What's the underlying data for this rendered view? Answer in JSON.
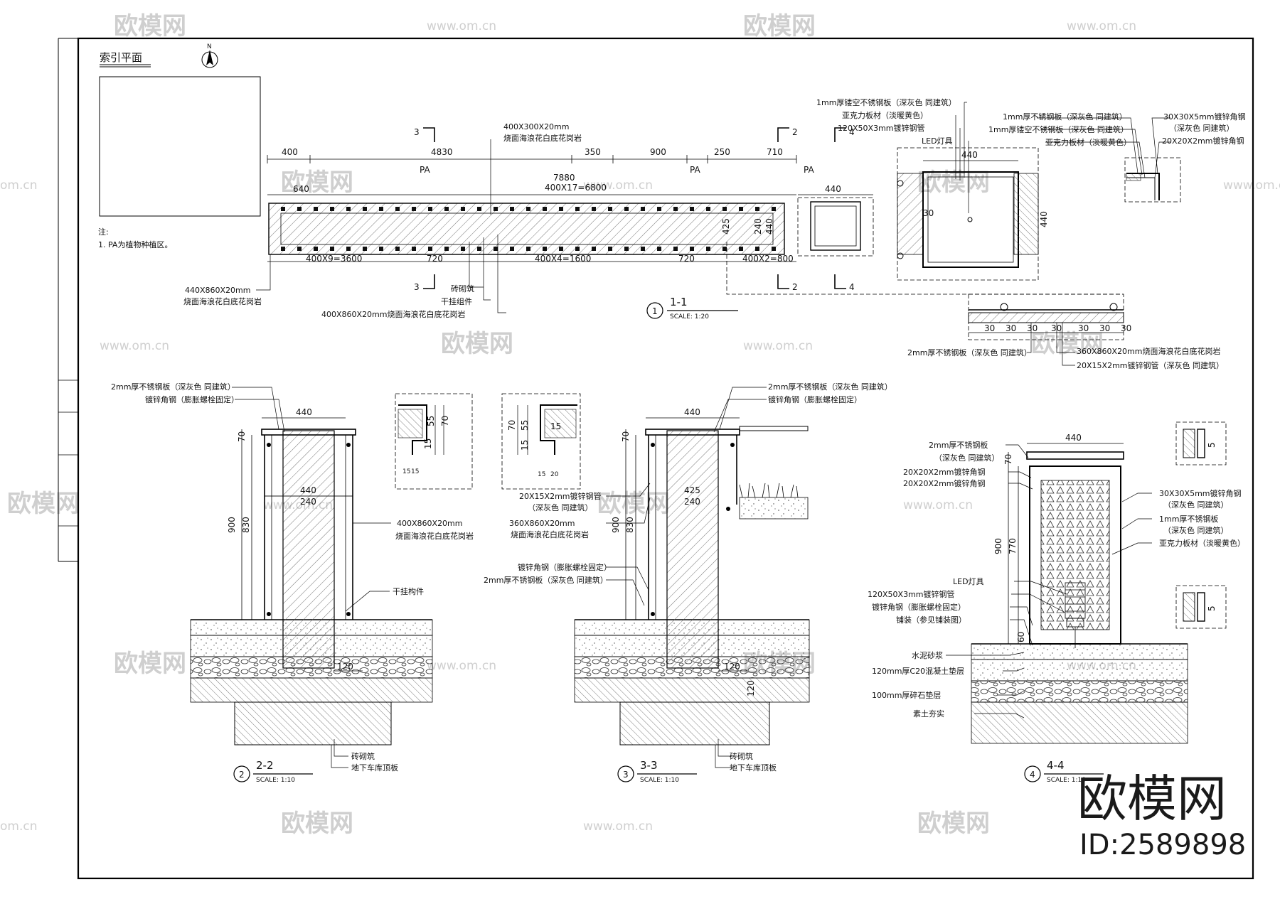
{
  "index_plan": {
    "title": "索引平面",
    "north": "N",
    "note_title": "注:",
    "note_1": "1. PA为植物种植区。"
  },
  "plan_1_1": {
    "dims_top": [
      "400",
      "4830",
      "350",
      "900",
      "250",
      "710"
    ],
    "pa": [
      "PA",
      "PA",
      "PA"
    ],
    "dim_total": "7880",
    "dim_sub": "400X17=6800",
    "dim_640": "640",
    "dims_bottom": [
      "400X9=3600",
      "720",
      "400X4=1600",
      "720",
      "400X2=800"
    ],
    "dim_440_box": "440",
    "dim_425": "425",
    "dim_240": "240",
    "dim_440v": "440",
    "label_top": "400X300X20mm",
    "label_top_2": "烧面海浪花白底花岗岩",
    "label_left": "440X860X20mm",
    "label_left_2": "烧面海浪花白底花岗岩",
    "label_b1": "砖砌筑",
    "label_b2": "干挂组件",
    "label_b3": "400X860X20mm烧面海浪花白底花岗岩",
    "sec_marks": [
      "3",
      "3",
      "2",
      "2",
      "4",
      "4"
    ],
    "title_num": "1",
    "title": "1-1",
    "scale": "SCALE:  1:20"
  },
  "detail_lamp": {
    "labels": [
      "1mm厚镂空不锈钢板（深灰色 同建筑）",
      "亚克力板材（淡暖黄色）",
      "120X50X3mm镀锌钢管",
      "LED灯具"
    ],
    "dim_440": "440",
    "dim_440v": "440",
    "dim_30": "30"
  },
  "detail_corner": {
    "labels_left": [
      "1mm厚不锈钢板（深灰色 同建筑）",
      "1mm厚镂空不锈钢板（深灰色 同建筑）",
      "亚克力板材（淡暖黄色）"
    ],
    "labels_right": [
      "30X30X5mm镀锌角钢",
      "（深灰色 同建筑）",
      "20X20X2mm镀锌角钢"
    ]
  },
  "detail_strip": {
    "dims": [
      "30",
      "30",
      "30",
      "30",
      "30",
      "30",
      "30"
    ],
    "label_left": "2mm厚不锈钢板（深灰色 同建筑）",
    "label_r1": "360X860X20mm烧面海浪花白底花岗岩",
    "label_r2": "20X15X2mm镀锌钢管（深灰色 同建筑）"
  },
  "section_2_2": {
    "labels_top": [
      "2mm厚不锈钢板（深灰色 同建筑）",
      "镀锌角钢（膨胀螺栓固定）"
    ],
    "dim_440": "440",
    "dim_440b": "440",
    "dim_240": "240",
    "dim_70": "70",
    "dim_900": "900",
    "dim_830": "830",
    "dim_120": "120",
    "label_r1": "400X860X20mm",
    "label_r2": "烧面海浪花白底花岗岩",
    "label_r3": "干挂构件",
    "label_b1": "砖砌筑",
    "label_b2": "地下车库顶板",
    "inset_dims": [
      "55",
      "70",
      "15",
      "15",
      "15"
    ],
    "title_num": "2",
    "title": "2-2",
    "scale": "SCALE:  1:10"
  },
  "section_3_3": {
    "labels_top": [
      "2mm厚不锈钢板（深灰色 同建筑）",
      "镀锌角钢（膨胀螺栓固定）"
    ],
    "dim_440": "440",
    "dim_425": "425",
    "dim_240": "240",
    "dim_70": "70",
    "dim_900": "900",
    "dim_830": "830",
    "dim_120": "120",
    "dim_120v": "120",
    "labels_left": [
      "20X15X2mm镀锌钢管",
      "（深灰色 同建筑）",
      "360X860X20mm",
      "烧面海浪花白底花岗岩",
      "镀锌角钢（膨胀螺栓固定）",
      "2mm厚不锈钢板（深灰色 同建筑）"
    ],
    "label_b1": "砖砌筑",
    "label_b2": "地下车库顶板",
    "inset_dims": [
      "70",
      "55",
      "15",
      "15",
      "15",
      "20"
    ],
    "title_num": "3",
    "title": "3-3",
    "scale": "SCALE:  1:10"
  },
  "section_4_4": {
    "dim_440": "440",
    "dim_70": "70",
    "dim_900": "900",
    "dim_770": "770",
    "dim_60": "60",
    "dim_5a": "5",
    "dim_5b": "5",
    "labels_left": [
      "2mm厚不锈钢板",
      "（深灰色 同建筑）",
      "20X20X2mm镀锌角钢",
      "20X20X2mm镀锌角钢",
      "LED灯具",
      "120X50X3mm镀锌钢管",
      "镀锌角钢（膨胀螺栓固定）",
      "铺装（参见铺装图）",
      "水泥砂浆",
      "120mm厚C20混凝土垫层",
      "100mm厚碎石垫层",
      "素土夯实"
    ],
    "labels_right": [
      "30X30X5mm镀锌角钢",
      "（深灰色 同建筑）",
      "1mm厚不锈钢板",
      "（深灰色 同建筑）",
      "亚克力板材（淡暖黄色）"
    ],
    "title_num": "4",
    "title": "4-4",
    "scale": "SCALE:  1:10"
  },
  "watermark": {
    "brand": "欧模网",
    "url": "www.om.cn",
    "url_short": "om.cn",
    "id": "ID:2589898"
  }
}
